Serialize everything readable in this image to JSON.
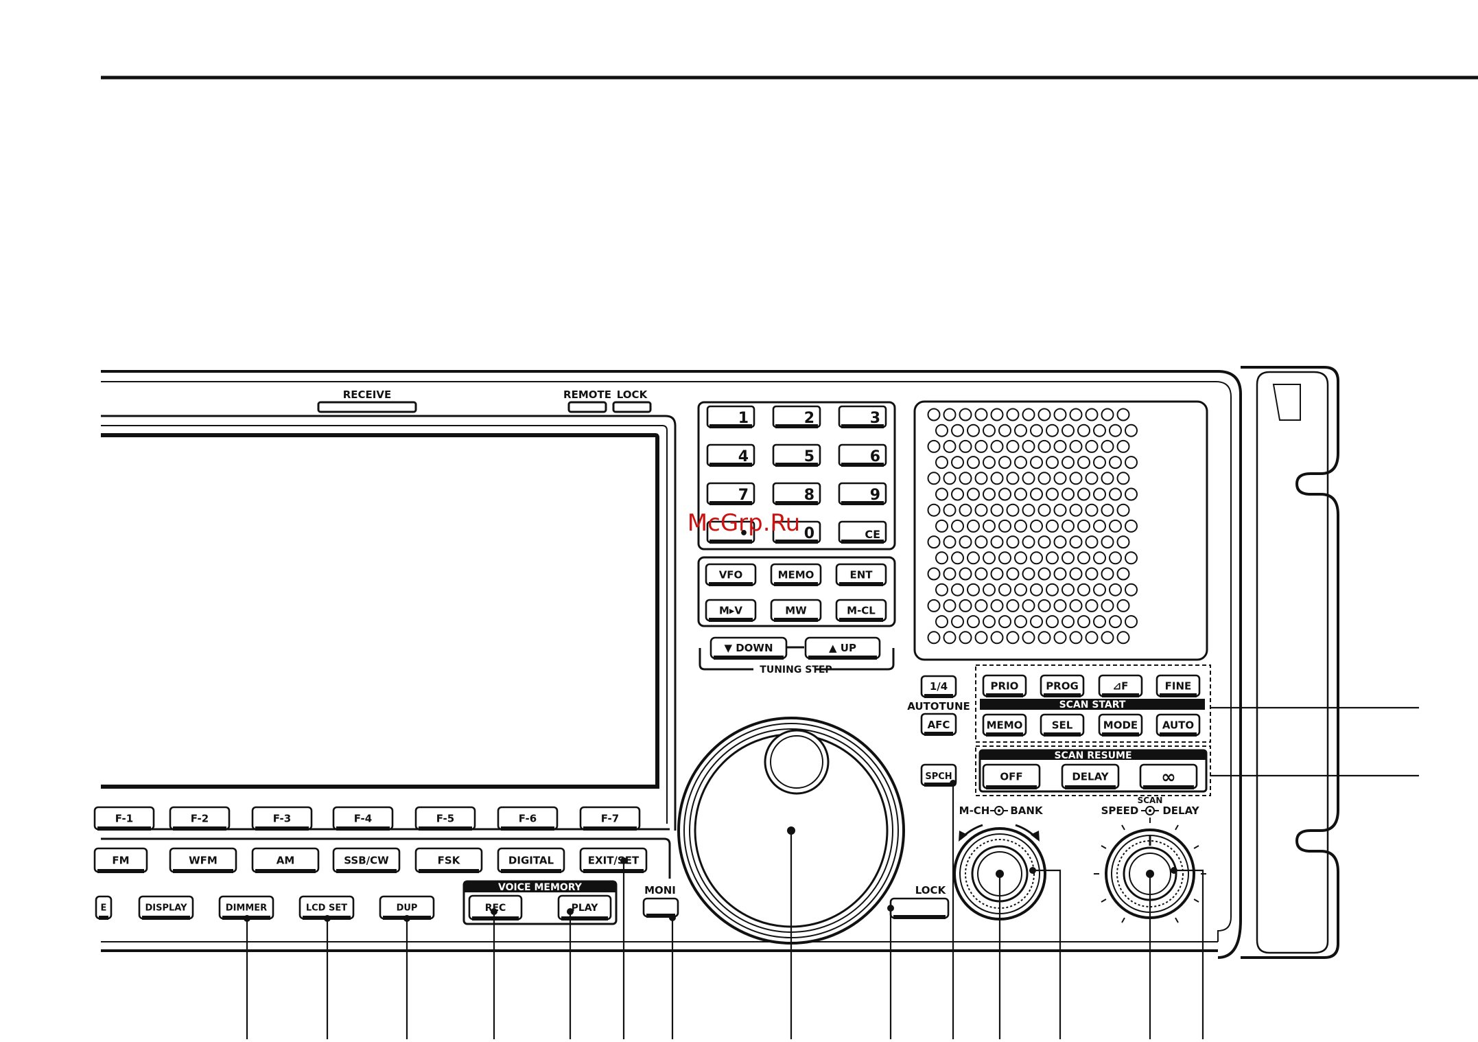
{
  "watermark": "McGrp.Ru",
  "indicators": {
    "receive": "RECEIVE",
    "remote": "REMOTE",
    "lock": "LOCK"
  },
  "function_keys": [
    "F-1",
    "F-2",
    "F-3",
    "F-4",
    "F-5",
    "F-6",
    "F-7"
  ],
  "mode_keys": [
    "FM",
    "WFM",
    "AM",
    "SSB/CW",
    "FSK",
    "DIGITAL",
    "EXIT/SET"
  ],
  "bottom_keys": [
    "E",
    "DISPLAY",
    "DIMMER",
    "LCD SET",
    "DUP"
  ],
  "voice_memory": {
    "title": "VOICE MEMORY",
    "rec": "REC",
    "play": "PLAY"
  },
  "moni": "MONI",
  "keypad": [
    "1",
    "2",
    "3",
    "4",
    "5",
    "6",
    "7",
    "8",
    "9",
    "•",
    "0",
    "CE"
  ],
  "memory_keys": [
    "VFO",
    "MEMO",
    "ENT",
    "M▸V",
    "MW",
    "M-CL"
  ],
  "tuning": {
    "down": "▼ DOWN",
    "up": "▲ UP",
    "title": "TUNING STEP"
  },
  "autotune": {
    "quarter": "1/4",
    "label": "AUTOTUNE",
    "afc": "AFC"
  },
  "spch": "SPCH",
  "dial_lock": "LOCK",
  "scan_start": {
    "title": "SCAN START",
    "top": [
      "PRIO",
      "PROG",
      "⊿F",
      "FINE"
    ],
    "bottom": [
      "MEMO",
      "SEL",
      "MODE",
      "AUTO"
    ]
  },
  "scan_resume": {
    "title": "SCAN RESUME",
    "keys": [
      "OFF",
      "DELAY",
      "∞"
    ]
  },
  "mch_bank": {
    "left": "M-CH",
    "right": "BANK"
  },
  "scan_knob": {
    "small": "SCAN",
    "left": "SPEED",
    "right": "DELAY"
  }
}
